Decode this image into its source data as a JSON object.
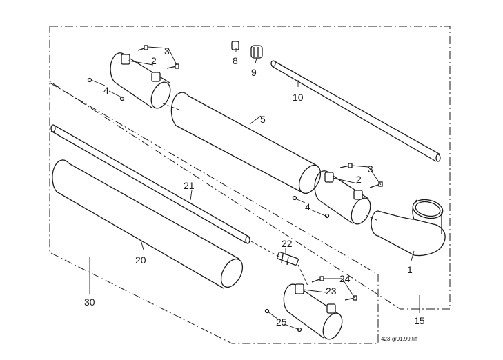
{
  "callouts": {
    "c1": "1",
    "c2a": "2",
    "c2b": "2",
    "c3a": "3",
    "c3b": "3",
    "c4a": "4",
    "c4b": "4",
    "c5": "5",
    "c8": "8",
    "c9": "9",
    "c10": "10",
    "c15": "15",
    "c20": "20",
    "c21": "21",
    "c22": "22",
    "c23": "23",
    "c24": "24",
    "c25": "25",
    "c30": "30"
  },
  "file_ref": "423-g/01.99.tiff"
}
